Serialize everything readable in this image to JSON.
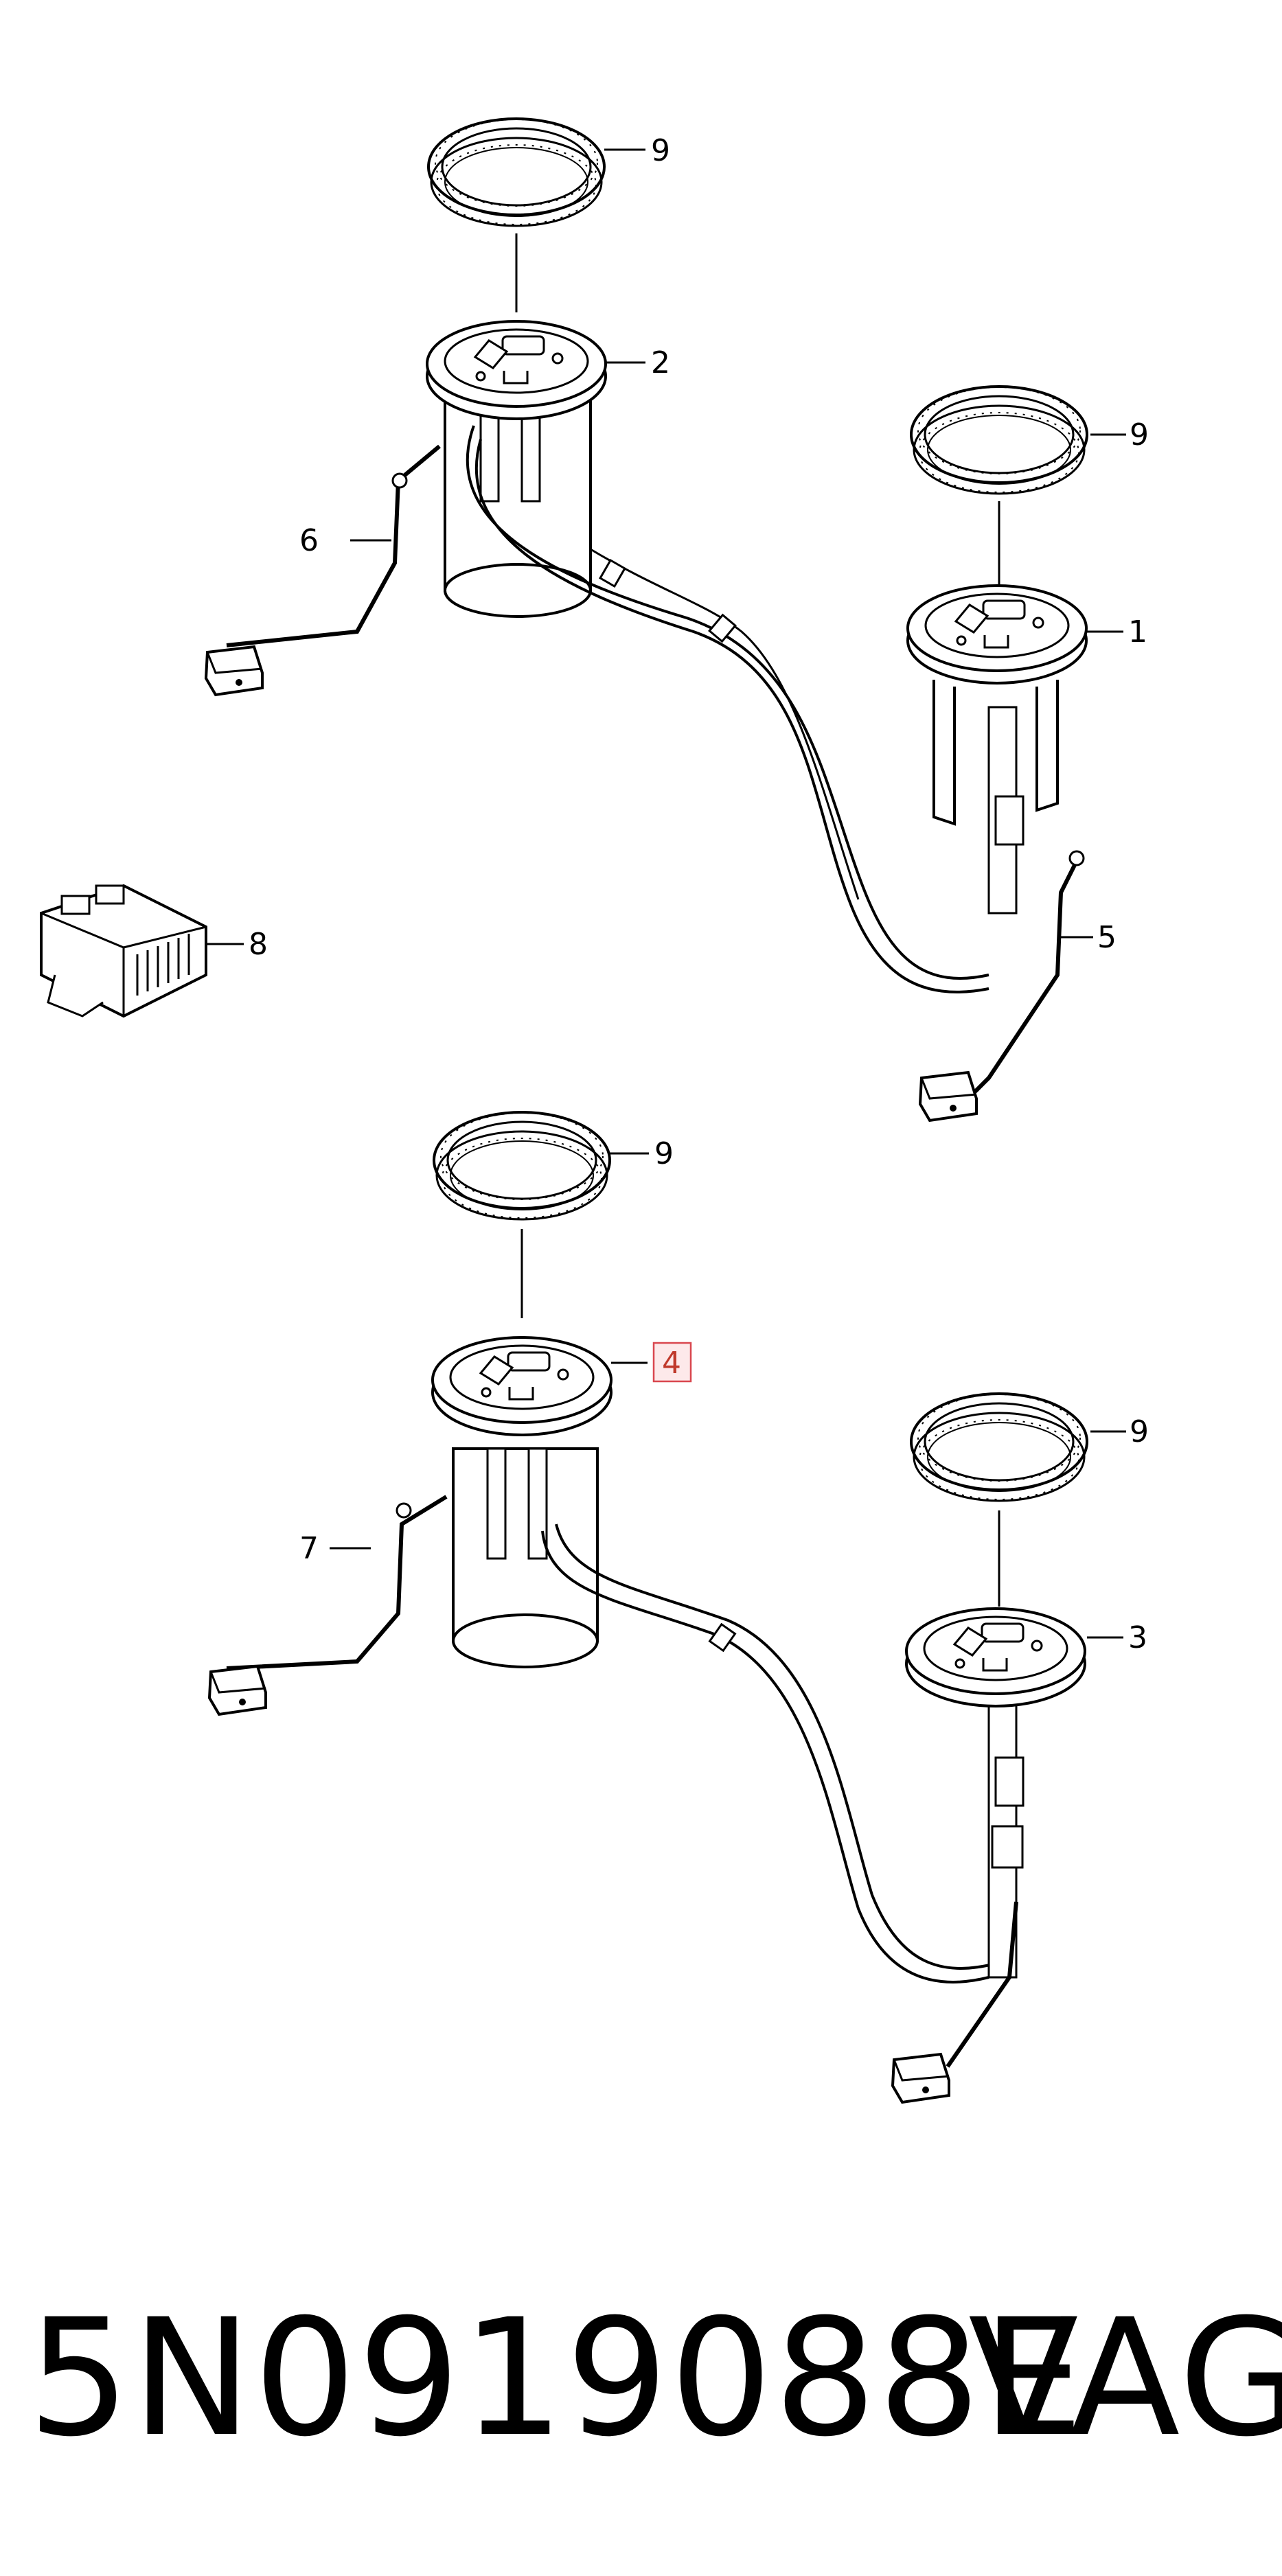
{
  "callouts": {
    "ring_a": "9",
    "part_2": "2",
    "part_6": "6",
    "ring_b": "9",
    "part_1": "1",
    "part_5": "5",
    "part_8": "8",
    "ring_c": "9",
    "part_4": "4",
    "part_7": "7",
    "ring_d": "9",
    "part_3": "3"
  },
  "highlight_color": "#d9474f",
  "footer": {
    "part_number": "5N0919088E",
    "brand": "VAG"
  }
}
